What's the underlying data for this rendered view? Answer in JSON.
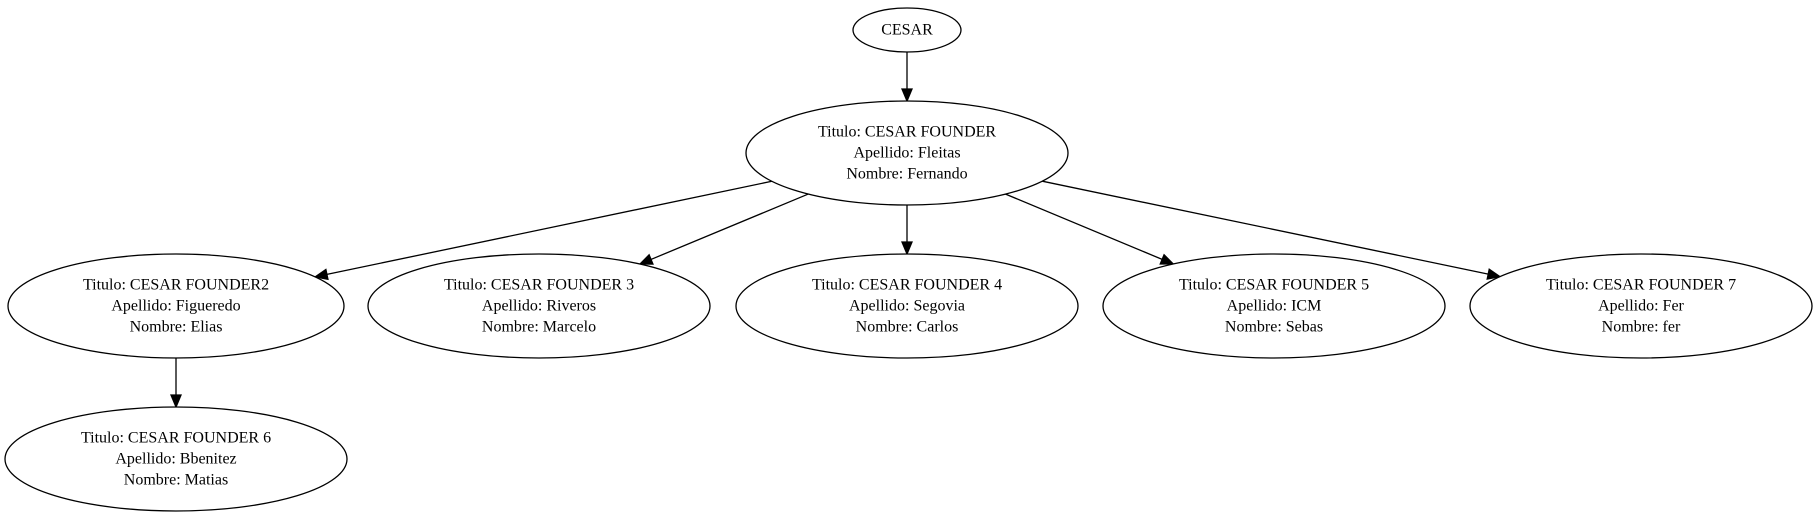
{
  "diagram": {
    "type": "tree",
    "colors": {
      "stroke": "#000000",
      "background": "#ffffff",
      "text": "#000000"
    },
    "nodes": [
      {
        "id": "root",
        "lines": [
          "CESAR"
        ]
      },
      {
        "id": "founder-1",
        "lines": [
          "Titulo: CESAR FOUNDER",
          "Apellido: Fleitas",
          "Nombre: Fernando"
        ]
      },
      {
        "id": "founder-2",
        "lines": [
          "Titulo: CESAR FOUNDER2",
          "Apellido: Figueredo",
          "Nombre: Elias"
        ]
      },
      {
        "id": "founder-3",
        "lines": [
          "Titulo: CESAR FOUNDER 3",
          "Apellido: Riveros",
          "Nombre: Marcelo"
        ]
      },
      {
        "id": "founder-4",
        "lines": [
          "Titulo: CESAR FOUNDER 4",
          "Apellido: Segovia",
          "Nombre: Carlos"
        ]
      },
      {
        "id": "founder-5",
        "lines": [
          "Titulo: CESAR FOUNDER 5",
          "Apellido: ICM",
          "Nombre: Sebas"
        ]
      },
      {
        "id": "founder-7",
        "lines": [
          "Titulo: CESAR FOUNDER 7",
          "Apellido: Fer",
          "Nombre: fer"
        ]
      },
      {
        "id": "founder-6",
        "lines": [
          "Titulo: CESAR FOUNDER 6",
          "Apellido: Bbenitez",
          "Nombre: Matias"
        ]
      }
    ],
    "edges": [
      {
        "from": "root",
        "to": "founder-1"
      },
      {
        "from": "founder-1",
        "to": "founder-2"
      },
      {
        "from": "founder-1",
        "to": "founder-3"
      },
      {
        "from": "founder-1",
        "to": "founder-4"
      },
      {
        "from": "founder-1",
        "to": "founder-5"
      },
      {
        "from": "founder-1",
        "to": "founder-7"
      },
      {
        "from": "founder-2",
        "to": "founder-6"
      }
    ]
  }
}
